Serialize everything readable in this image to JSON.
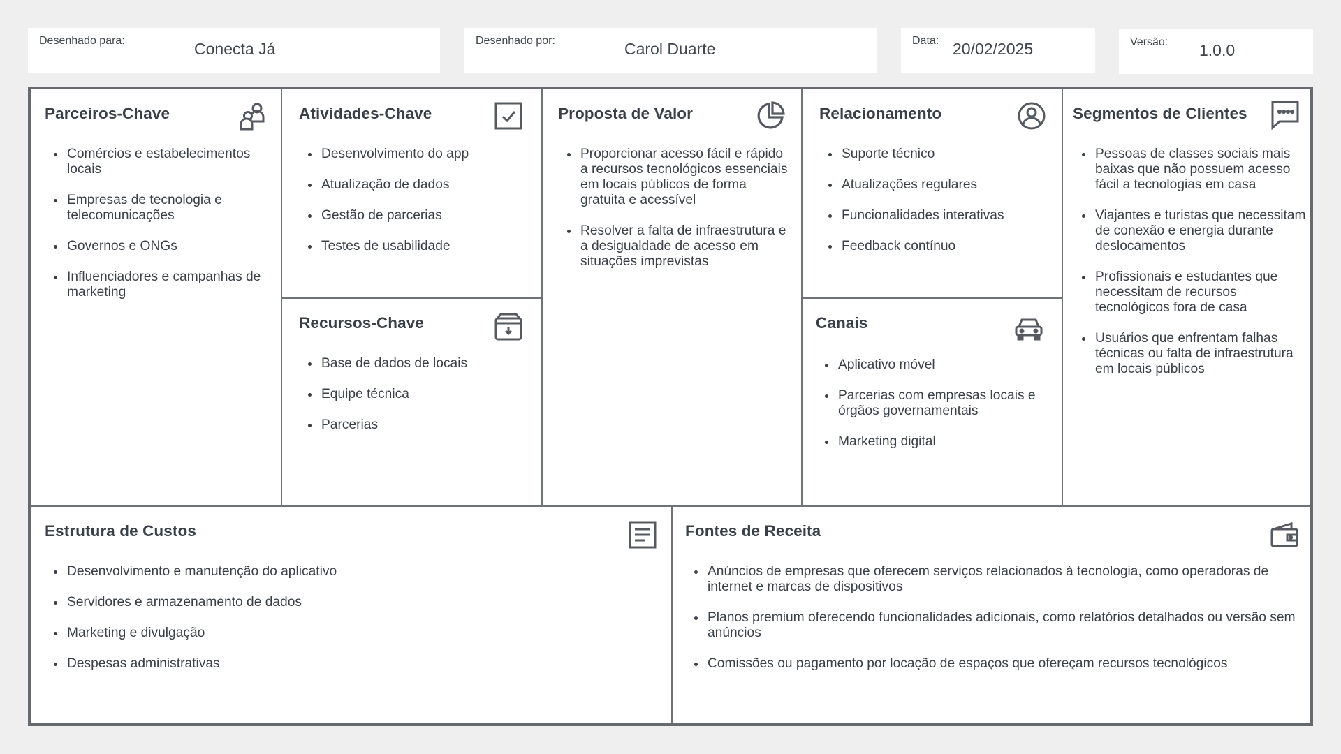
{
  "header": {
    "designed_for_label": "Desenhado para:",
    "designed_for_value": "Conecta Já",
    "designed_by_label": "Desenhado por:",
    "designed_by_value": "Carol Duarte",
    "date_label": "Data:",
    "date_value": "20/02/2025",
    "version_label": "Versão:",
    "version_value": "1.0.0"
  },
  "canvas": {
    "key_partners": {
      "title": "Parceiros-Chave",
      "icon": "partners-icon",
      "items": [
        "Comércios e estabelecimentos locais",
        "Empresas de tecnologia e telecomunicações",
        "Governos e ONGs",
        "Influenciadores e campanhas de marketing"
      ]
    },
    "key_activities": {
      "title": "Atividades-Chave",
      "icon": "checkbox-icon",
      "items": [
        "Desenvolvimento do app",
        "Atualização de dados",
        "Gestão de parcerias",
        "Testes de usabilidade"
      ]
    },
    "key_resources": {
      "title": "Recursos-Chave",
      "icon": "archive-box-icon",
      "items": [
        "Base de dados de locais",
        "Equipe técnica",
        "Parcerias"
      ]
    },
    "value_proposition": {
      "title": "Proposta de Valor",
      "icon": "pie-chart-icon",
      "items": [
        "Proporcionar acesso fácil e rápido a recursos tecnológicos essenciais em locais públicos de forma gratuita e acessível",
        "Resolver a falta de infraestrutura e a desigualdade de acesso em situações imprevistas"
      ]
    },
    "customer_relationships": {
      "title": "Relacionamento",
      "icon": "user-circle-icon",
      "items": [
        "Suporte técnico",
        "Atualizações regulares",
        "Funcionalidades interativas",
        "Feedback contínuo"
      ]
    },
    "channels": {
      "title": "Canais",
      "icon": "car-icon",
      "items": [
        "Aplicativo móvel",
        "Parcerias com empresas locais e órgãos governamentais",
        "Marketing digital"
      ]
    },
    "customer_segments": {
      "title": "Segmentos de Clientes",
      "icon": "chat-bubble-icon",
      "items": [
        "Pessoas de classes sociais mais baixas que não possuem acesso fácil a tecnologias em casa",
        "Viajantes e turistas que necessitam de conexão e energia durante deslocamentos",
        "Profissionais e estudantes que necessitam de recursos tecnológicos fora de casa",
        "Usuários que enfrentam falhas técnicas ou falta de infraestrutura em locais públicos"
      ]
    },
    "cost_structure": {
      "title": "Estrutura de Custos",
      "icon": "document-icon",
      "items": [
        "Desenvolvimento e manutenção do aplicativo",
        "Servidores e armazenamento de dados",
        "Marketing e divulgação",
        "Despesas administrativas"
      ]
    },
    "revenue_streams": {
      "title": "Fontes de Receita",
      "icon": "wallet-icon",
      "items": [
        "Anúncios de empresas que oferecem serviços relacionados à tecnologia, como operadoras de internet e marcas de dispositivos",
        "Planos premium oferecendo funcionalidades adicionais, como relatórios detalhados ou versão sem anúncios",
        "Comissões ou pagamento por locação de espaços que ofereçam recursos tecnológicos"
      ]
    }
  }
}
